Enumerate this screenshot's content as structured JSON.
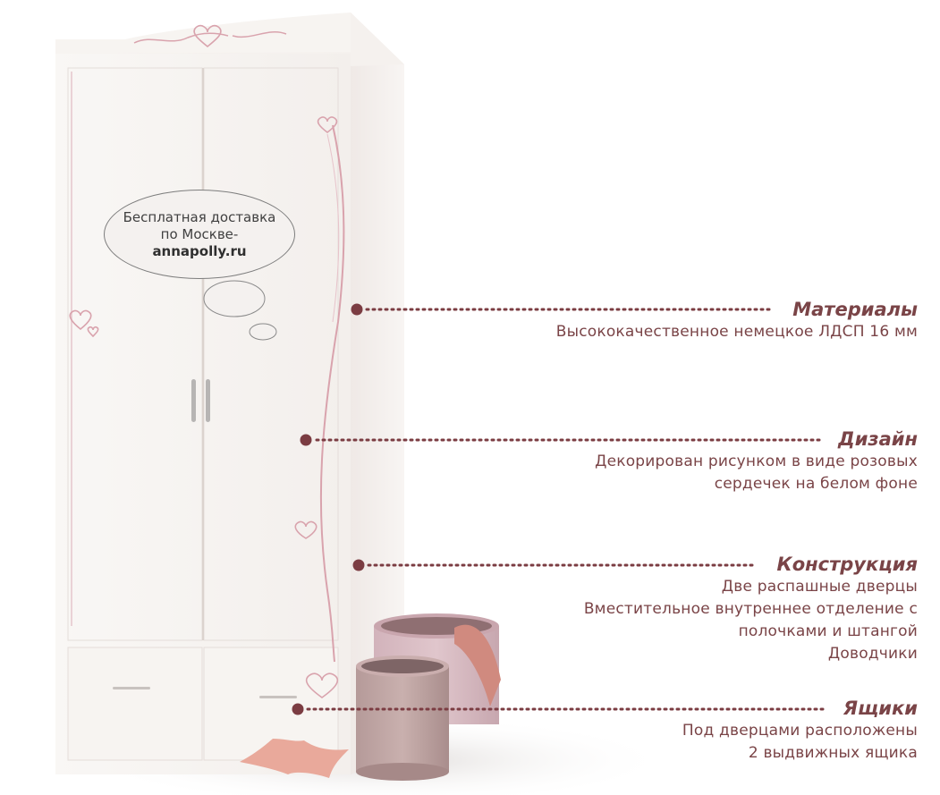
{
  "bubble": {
    "line1": "Бесплатная доставка",
    "line2": "по Москве-",
    "site": "annapolly.ru"
  },
  "features": [
    {
      "title": "Материалы",
      "lines": [
        "Высококачественное немецкое ЛДСП 16 мм"
      ]
    },
    {
      "title": "Дизайн",
      "lines": [
        "Декорирован рисунком в виде розовых",
        "сердечек на белом фоне"
      ]
    },
    {
      "title": "Конструкция",
      "lines": [
        "Две распашные дверцы",
        "Вместительное внутреннее отделение с",
        "полочками и штангой",
        "Доводчики"
      ]
    },
    {
      "title": "Ящики",
      "lines": [
        "Под дверцами расположены",
        "2 выдвижных ящика"
      ]
    }
  ],
  "colors": {
    "accent": "#7a4447",
    "marker": "#7b3c42",
    "wardrobe": "#f6f2ef",
    "heart_pink": "#d9a3ad"
  }
}
